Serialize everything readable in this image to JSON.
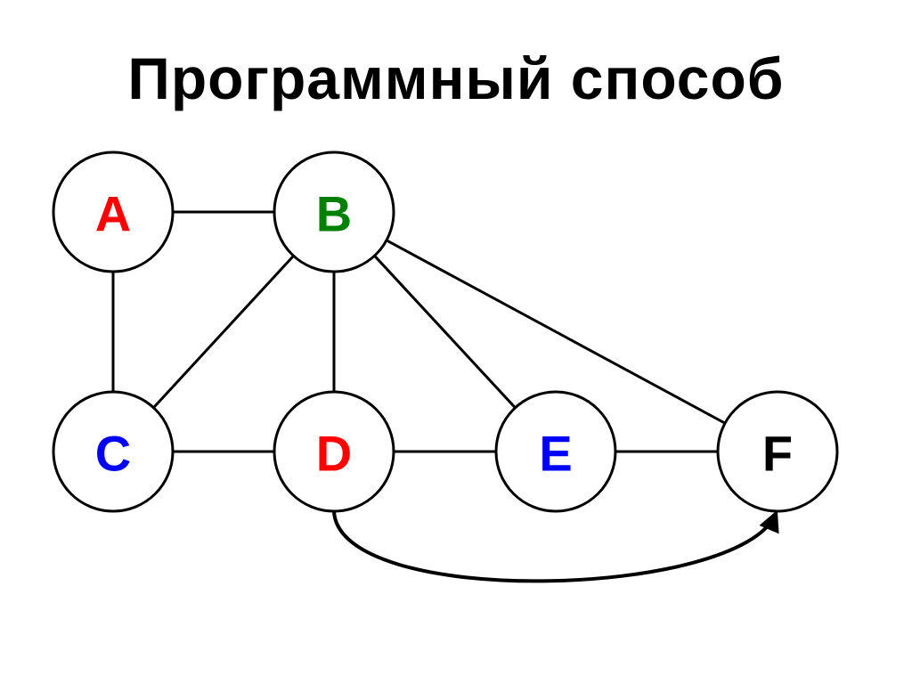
{
  "title": "Программный способ",
  "graph": {
    "nodes": [
      {
        "id": "A",
        "label": "A",
        "color": "#ff0000"
      },
      {
        "id": "B",
        "label": "B",
        "color": "#008000"
      },
      {
        "id": "C",
        "label": "C",
        "color": "#0000ff"
      },
      {
        "id": "D",
        "label": "D",
        "color": "#ff0000"
      },
      {
        "id": "E",
        "label": "E",
        "color": "#0000ff"
      },
      {
        "id": "F",
        "label": "F",
        "color": "#000000"
      }
    ],
    "edges": [
      {
        "from": "A",
        "to": "B"
      },
      {
        "from": "A",
        "to": "C"
      },
      {
        "from": "B",
        "to": "C"
      },
      {
        "from": "B",
        "to": "D"
      },
      {
        "from": "B",
        "to": "E"
      },
      {
        "from": "B",
        "to": "F"
      },
      {
        "from": "C",
        "to": "D"
      },
      {
        "from": "D",
        "to": "E"
      },
      {
        "from": "E",
        "to": "F"
      }
    ],
    "arrows": [
      {
        "from": "D",
        "to": "F"
      }
    ]
  }
}
